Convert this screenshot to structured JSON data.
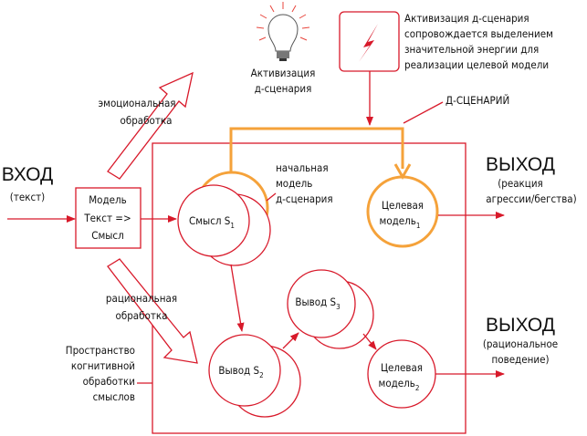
{
  "colors": {
    "accent_red": "#d8192a",
    "scenario_orange": "#f5a23a"
  },
  "input": {
    "title": "ВХОД",
    "subtitle": "(текст)"
  },
  "model_box": {
    "line1": "Модель",
    "line2": "Текст =>",
    "line3": "Смысл"
  },
  "emotional": {
    "line1": "эмоциональная",
    "line2": "обработка"
  },
  "rational": {
    "line1": "рациональная",
    "line2": "обработка"
  },
  "space": {
    "line1": "Пространство",
    "line2": "когнитивной",
    "line3": "обработки",
    "line4": "смыслов"
  },
  "bulb": {
    "icon": "light-bulb-icon",
    "line1": "Активизация",
    "line2": "д-сценария"
  },
  "energy": {
    "icon": "lightning-icon",
    "line1": "Активизация д-сценария",
    "line2": "сопровождается выделением",
    "line3": "значительной энергии для",
    "line4": "реализации целевой модели"
  },
  "scenario_label": "Д-СЦЕНАРИЙ",
  "initial_model": {
    "line1": "начальная",
    "line2": "модель",
    "line3": "д-сценария"
  },
  "nodes": {
    "s1": {
      "label": "Смысл S",
      "sub": "1"
    },
    "s2": {
      "label": "Вывод S",
      "sub": "2"
    },
    "s3": {
      "label": "Вывод S",
      "sub": "3"
    },
    "t1": {
      "line1": "Целевая",
      "line2": "модель",
      "sub": "1"
    },
    "t2": {
      "line1": "Целевая",
      "line2": "модель",
      "sub": "2"
    }
  },
  "output1": {
    "title": "ВЫХОД",
    "line1": "(реакция",
    "line2": "агрессии/бегства)"
  },
  "output2": {
    "title": "ВЫХОД",
    "line1": "(рациональное",
    "line2": "поведение)"
  }
}
